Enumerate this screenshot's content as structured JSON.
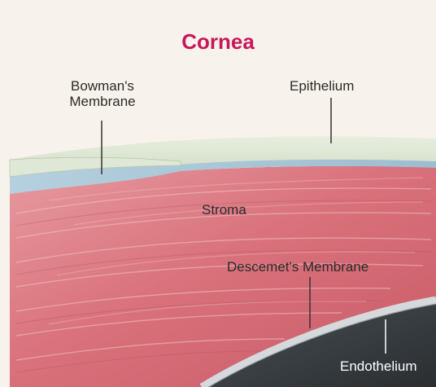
{
  "title": "Cornea",
  "labels": {
    "bowman_line1": "Bowman's",
    "bowman_line2": "Membrane",
    "epithelium": "Epithelium",
    "stroma": "Stroma",
    "descemet": "Descemet's Membrane",
    "endothelium": "Endothelium"
  },
  "colors": {
    "title": "#c8175a",
    "background": "#f7f3ec",
    "epithelium": "#d9e3cf",
    "bowman": "#a9c6d6",
    "stroma": "#d9727c",
    "descemet": "#d5d9dc",
    "endothelium": "#3b4044"
  }
}
